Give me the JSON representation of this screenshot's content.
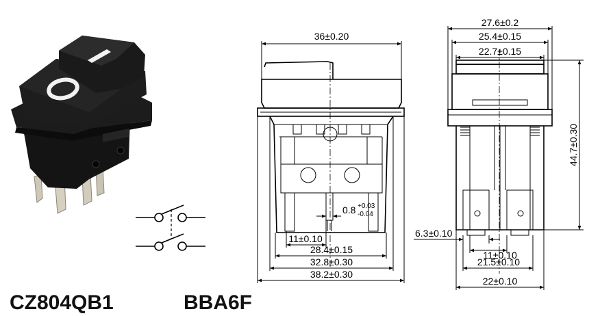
{
  "model": {
    "part_number": "CZ804QB1",
    "variant": "BBA6F"
  },
  "photo": {
    "symbols": {
      "top": "I",
      "bottom": "O"
    }
  },
  "colors": {
    "switch_body": "#141414",
    "highlight": "#3a3a3a",
    "terminal": "#c9c3b4",
    "line": "#000000"
  },
  "front_view": {
    "top_width": "36±0.20",
    "terminal_pitch": "11±0.10",
    "terminal_span": "28.4±0.15",
    "body_width": "32.8±0.30",
    "bezel_width": "38.2±0.30",
    "terminal_thickness_value": "0.8",
    "terminal_thickness_tol_upper": "+0.03",
    "terminal_thickness_tol_lower": "-0.04"
  },
  "side_view": {
    "bezel_width": "27.6±0.2",
    "body_width": "25.4±0.15",
    "rocker_width": "22.7±0.15",
    "height": "44.7±0.30",
    "terminal_width": "6.3±0.10",
    "terminal_pitch": "11±0.10",
    "terminal_span": "21.5±0.10",
    "base_width": "22±0.10"
  }
}
